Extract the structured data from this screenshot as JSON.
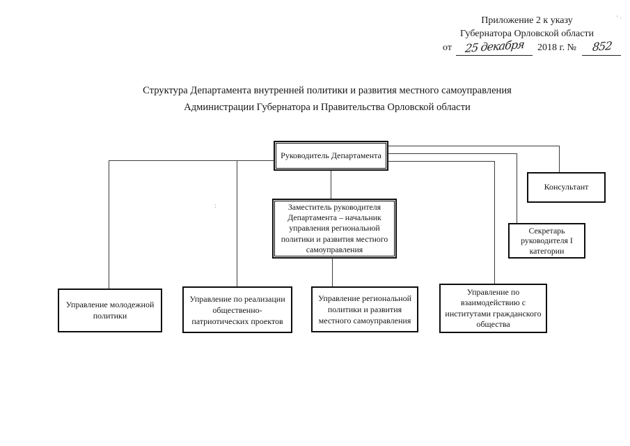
{
  "annotation": {
    "line1": "Приложение 2 к указу",
    "line2": "Губернатора Орловской области",
    "line3_prefix": "от",
    "date_handwritten": "25 декабря",
    "line3_middle": "2018 г. №",
    "number_handwritten": "852"
  },
  "title": {
    "line1": "Структура Департамента внутренней политики и развития местного самоуправления",
    "line2": "Администрации Губернатора и Правительства Орловской области"
  },
  "org": {
    "type": "org-tree",
    "nodes": {
      "head": {
        "label": "Руководитель Департамента"
      },
      "deputy": {
        "label": "Заместитель руководителя Департамента – начальник управления региональной политики и развития местного самоуправления"
      },
      "consultant": {
        "label": "Консультант"
      },
      "secretary": {
        "label": "Секретарь руководителя I категории"
      },
      "youth": {
        "label": "Управление молодежной политики"
      },
      "patriotic": {
        "label": "Управление по реализации общественно-патриотических проектов"
      },
      "regional": {
        "label": "Управление региональной политики и развития местного самоуправления"
      },
      "civil": {
        "label": "Управление по взаимодействию с институтами гражданского общества"
      }
    },
    "edges": [
      {
        "from": "head",
        "to": "deputy"
      },
      {
        "from": "head",
        "to": "consultant"
      },
      {
        "from": "head",
        "to": "secretary"
      },
      {
        "from": "head",
        "to": "youth"
      },
      {
        "from": "head",
        "to": "patriotic"
      },
      {
        "from": "head",
        "to": "civil"
      },
      {
        "from": "deputy",
        "to": "regional"
      }
    ]
  },
  "colors": {
    "ink": "#141414",
    "line": "#3c3c3c",
    "background": "#ffffff"
  }
}
